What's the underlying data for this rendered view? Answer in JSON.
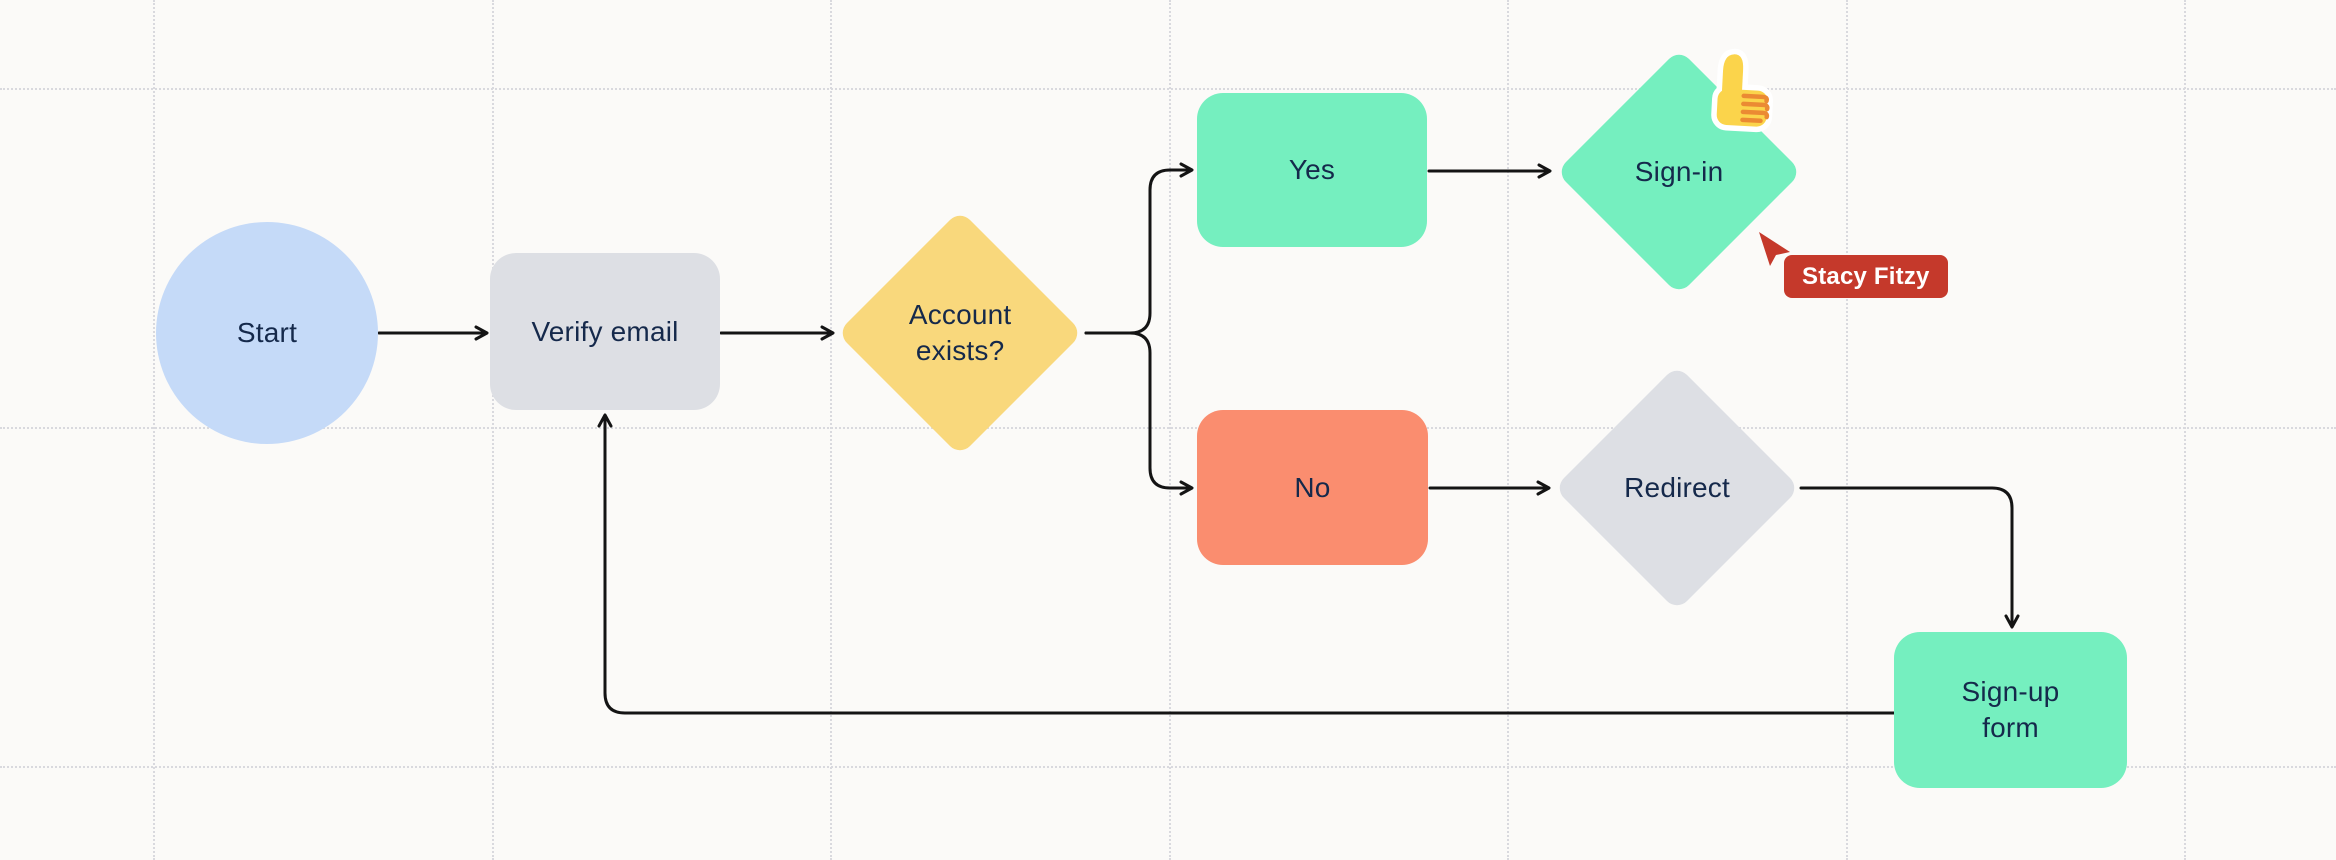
{
  "canvas": {
    "background": "#FBFAF8",
    "grid_color": "#D9D9DE",
    "connector_color": "#141414",
    "node_text_color": "#15294B"
  },
  "nodes": [
    {
      "id": "start",
      "label": "Start",
      "shape": "circle",
      "fill": "#C5DAF8"
    },
    {
      "id": "verify-email",
      "label": "Verify email",
      "shape": "rounded-rectangle",
      "fill": "#DDDFE4"
    },
    {
      "id": "account-exists",
      "label": "Account exists?",
      "shape": "diamond",
      "fill": "#F9D87C"
    },
    {
      "id": "yes",
      "label": "Yes",
      "shape": "rounded-rectangle",
      "fill": "#75EFBF"
    },
    {
      "id": "sign-in",
      "label": "Sign-in",
      "shape": "diamond",
      "fill": "#75EFBF"
    },
    {
      "id": "no",
      "label": "No",
      "shape": "rounded-rectangle",
      "fill": "#FA8D6F"
    },
    {
      "id": "redirect",
      "label": "Redirect",
      "shape": "diamond",
      "fill": "#DDDFE4"
    },
    {
      "id": "signup-form",
      "label": "Sign-up form",
      "shape": "rounded-rectangle",
      "fill": "#75EFBF"
    }
  ],
  "edges": [
    {
      "from": "start",
      "to": "verify-email"
    },
    {
      "from": "verify-email",
      "to": "account-exists"
    },
    {
      "from": "account-exists",
      "to": "yes"
    },
    {
      "from": "account-exists",
      "to": "no"
    },
    {
      "from": "yes",
      "to": "sign-in"
    },
    {
      "from": "no",
      "to": "redirect"
    },
    {
      "from": "redirect",
      "to": "signup-form"
    },
    {
      "from": "signup-form",
      "to": "verify-email"
    }
  ],
  "collaborator": {
    "name": "Stacy Fitzy",
    "cursor_color": "#C5392B",
    "label_fill": "#C5392B",
    "label_text_color": "#FFFFFF"
  },
  "reaction": {
    "emoji": "thumbs-up",
    "fill": "#FBD44B",
    "accent": "#EB8A33",
    "outline": "#FFFFFF"
  }
}
